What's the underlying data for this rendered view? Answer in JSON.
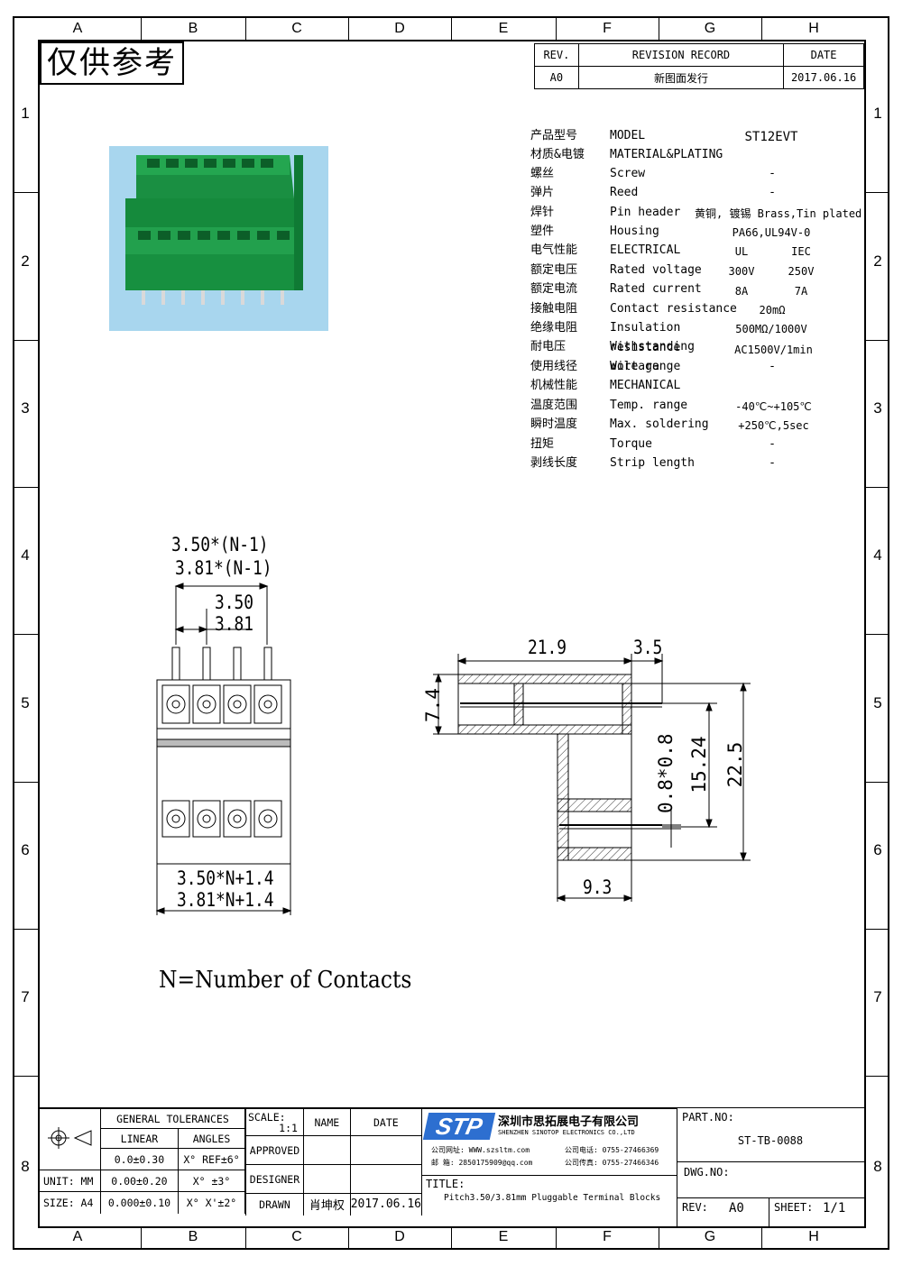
{
  "grid": {
    "columns": [
      "A",
      "B",
      "C",
      "D",
      "E",
      "F",
      "G",
      "H"
    ],
    "rows": [
      "1",
      "2",
      "3",
      "4",
      "5",
      "6",
      "7",
      "8"
    ]
  },
  "stamp": "仅供参考",
  "revision": {
    "headers": [
      "REV.",
      "REVISION RECORD",
      "DATE"
    ],
    "row": [
      "A0",
      "新图面发行",
      "2017.06.16"
    ]
  },
  "specs": [
    {
      "cn": "产品型号",
      "en": "MODEL",
      "value": "ST12EVT"
    },
    {
      "cn": "材质&电镀",
      "en": "MATERIAL&PLATING",
      "value": ""
    },
    {
      "cn": "螺丝",
      "en": "Screw",
      "value": "-"
    },
    {
      "cn": "弹片",
      "en": "Reed",
      "value": "-"
    },
    {
      "cn": "焊针",
      "en": "Pin header",
      "value": "黄铜, 镀锡 Brass,Tin plated"
    },
    {
      "cn": "塑件",
      "en": "Housing",
      "value": "PA66,UL94V-0"
    },
    {
      "cn": "电气性能",
      "en": "ELECTRICAL",
      "v1": "UL",
      "v2": "IEC"
    },
    {
      "cn": "额定电压",
      "en": "Rated voltage",
      "v1": "300V",
      "v2": "250V"
    },
    {
      "cn": "额定电流",
      "en": "Rated current",
      "v1": "8A",
      "v2": "7A"
    },
    {
      "cn": "接触电阻",
      "en": "Contact resistance",
      "value": "20mΩ"
    },
    {
      "cn": "绝缘电阻",
      "en": "Insulation resistance",
      "value": "500MΩ/1000V"
    },
    {
      "cn": "耐电压",
      "en": "Withstanding voltage",
      "value": "AC1500V/1min"
    },
    {
      "cn": "使用线径",
      "en": "Wire range",
      "value": "-"
    },
    {
      "cn": "机械性能",
      "en": "MECHANICAL",
      "value": ""
    },
    {
      "cn": "温度范围",
      "en": "Temp. range",
      "value": "-40℃~+105℃"
    },
    {
      "cn": "瞬时温度",
      "en": "Max. soldering",
      "value": "+250℃,5sec"
    },
    {
      "cn": "扭矩",
      "en": "Torque",
      "value": "-"
    },
    {
      "cn": "剥线长度",
      "en": "Strip length",
      "value": "-"
    }
  ],
  "front_dims": {
    "pitch_total_a": "3.50*(N-1)",
    "pitch_total_b": "3.81*(N-1)",
    "pitch_a": "3.50",
    "pitch_b": "3.81",
    "width_a": "3.50*N+1.4",
    "width_b": "3.81*N+1.4"
  },
  "side_dims": {
    "d1": "21.9",
    "d2": "3.5",
    "d3": "7.4",
    "d4": "0.8*0.8",
    "d5": "15.24",
    "d6": "22.5",
    "d7": "9.3"
  },
  "note": "N=Number of Contacts",
  "title_block": {
    "general_tolerances": "GENERAL TOLERANCES",
    "linear": "LINEAR",
    "angles": "ANGLES",
    "tol1": "0.0±0.30",
    "ang1": "X° REF±6°",
    "tol2": "0.00±0.20",
    "ang2": "X° ±3°",
    "tol3": "0.000±0.10",
    "ang3": "X° X'±2°",
    "unit": "UNIT: MM",
    "size": "SIZE: A4",
    "scale_label": "SCALE:",
    "scale": "1:1",
    "name": "NAME",
    "date": "DATE",
    "approved": "APPROVED",
    "designer": "DESIGNER",
    "drawn": "DRAWN",
    "drawn_name": "肖坤权",
    "drawn_date": "2017.06.16",
    "logo": "STP",
    "company_cn": "深圳市思拓展电子有限公司",
    "company_en": "SHENZHEN SINOTOP ELECTRONICS CO.,LTD",
    "contact1": "公司网址: WWW.szsltm.com",
    "contact2": "邮  箱: 2850175909@qq.com",
    "contact3": "公司电话: 0755-27466369",
    "contact4": "公司传真: 0755-27466346",
    "title_label": "TITLE:",
    "title": "Pitch3.50/3.81mm Pluggable Terminal Blocks",
    "part_label": "PART.NO:",
    "part_no": "ST-TB-0088",
    "dwg_label": "DWG.NO:",
    "rev_label": "REV:",
    "rev": "A0",
    "sheet_label": "SHEET:",
    "sheet": "1/1"
  },
  "colors": {
    "product_green": "#1f9e4a",
    "photo_bg": "#a8d6ee"
  }
}
